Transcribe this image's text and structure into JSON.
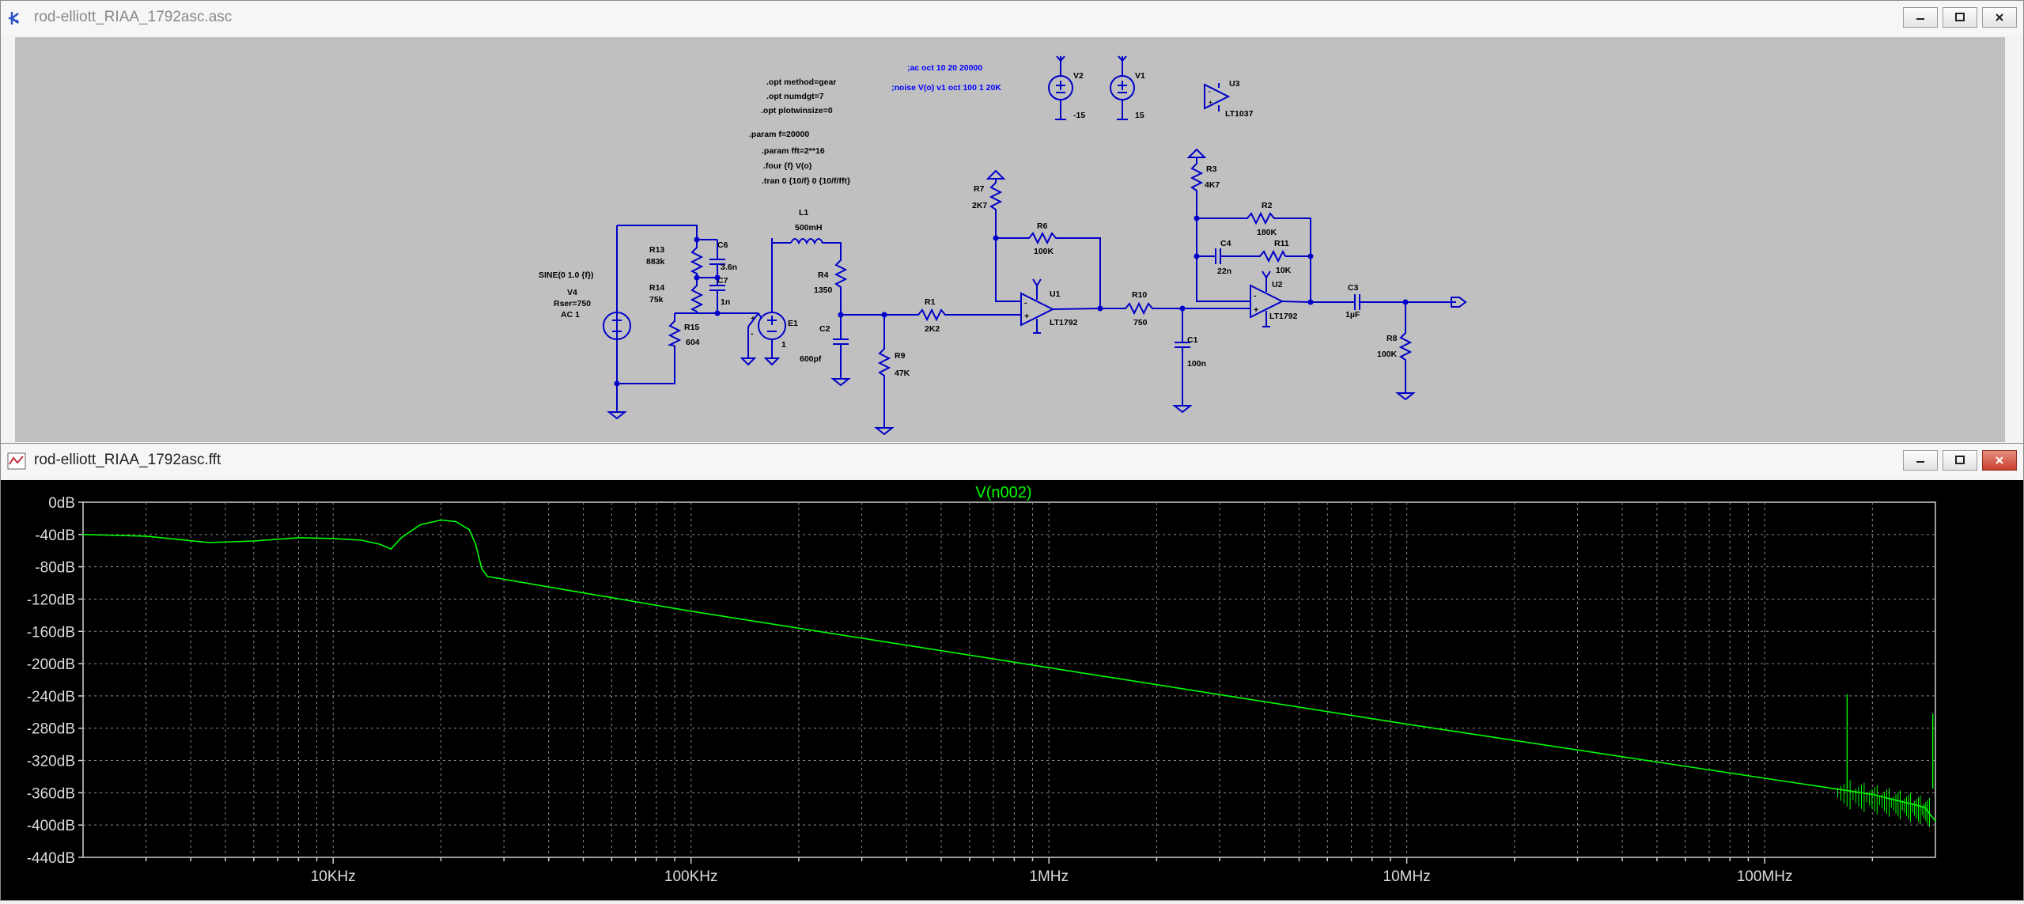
{
  "schematic_window": {
    "title": "rod-elliott_RIAA_1792asc.asc",
    "directives": [
      ".opt method=gear",
      ".opt numdgt=7",
      ".opt plotwinsize=0",
      ".param f=20000",
      ".param fft=2**16",
      ".four {f} V(o)",
      ".tran 0 {10/f} 0 {10/f/fft}"
    ],
    "comments": [
      ";ac oct 10 20 20000",
      ";noise V(o) v1 oct 100 1 20K"
    ],
    "components": {
      "V4": "V4",
      "V4_wave": "SINE(0 1.0 {f})",
      "V4_rser": "Rser=750",
      "V4_ac": "AC 1",
      "R13": "R13",
      "R13_val": "883k",
      "R14": "R14",
      "R14_val": "75k",
      "R15": "R15",
      "R15_val": "604",
      "C6": "C6",
      "C6_val": "3.6n",
      "C7": "C7",
      "C7_val": "1n",
      "E1": "E1",
      "E1_gain": "1",
      "L1": "L1",
      "L1_val": "500mH",
      "R4": "R4",
      "R4_val": "1350",
      "C2": "C2",
      "C2_val": "600pf",
      "R9": "R9",
      "R9_val": "47K",
      "R1": "R1",
      "R1_val": "2K2",
      "R7": "R7",
      "R7_val": "2K7",
      "R6": "R6",
      "R6_val": "100K",
      "U1": "U1",
      "U1_model": "LT1792",
      "R10": "R10",
      "R10_val": "750",
      "C1": "C1",
      "C1_val": "100n",
      "R3": "R3",
      "R3_val": "4K7",
      "R2": "R2",
      "R2_val": "180K",
      "C4": "C4",
      "C4_val": "22n",
      "R11": "R11",
      "R11_val": "10K",
      "U2": "U2",
      "U2_model": "LT1792",
      "C3": "C3",
      "C3_val": "1µF",
      "R8": "R8",
      "R8_val": "100K",
      "V2": "V2",
      "V2_val": "-15",
      "V1": "V1",
      "V1_val": "15",
      "U3": "U3",
      "U3_model": "LT1037",
      "pin_plus": "+",
      "pin_minus": "-"
    }
  },
  "plot_window": {
    "title": "rod-elliott_RIAA_1792asc.fft",
    "trace_label": "V(n002)",
    "colors": {
      "trace": "#00ff00",
      "background": "#000000",
      "schematic_bg": "#c0c0c0",
      "wire": "#0000c8"
    }
  },
  "chart_data": {
    "type": "line",
    "title": "V(n002)",
    "xscale": "log",
    "xlim": [
      2000,
      300000000
    ],
    "ylim": [
      -440,
      0
    ],
    "yticks": [
      "0dB",
      "-40dB",
      "-80dB",
      "-120dB",
      "-160dB",
      "-200dB",
      "-240dB",
      "-280dB",
      "-320dB",
      "-360dB",
      "-400dB",
      "-440dB"
    ],
    "xticks": [
      "10KHz",
      "100KHz",
      "1MHz",
      "10MHz",
      "100MHz"
    ],
    "grid": true,
    "series": [
      {
        "name": "V(n002)",
        "x": [
          2000,
          3000,
          4500,
          6000,
          8000,
          10000,
          12000,
          13500,
          14500,
          15500,
          17500,
          20000,
          22000,
          24000,
          25000,
          26000,
          27000,
          100000,
          1000000,
          10000000,
          100000000,
          200000000,
          280000000,
          300000000
        ],
        "y": [
          -40,
          -42,
          -50,
          -48,
          -44,
          -45,
          -47,
          -52,
          -58,
          -44,
          -28,
          -22,
          -24,
          -34,
          -52,
          -82,
          -92,
          -135,
          -205,
          -275,
          -342,
          -362,
          -378,
          -395
        ]
      }
    ],
    "spikes": [
      {
        "x": 170000000,
        "y": -238
      },
      {
        "x": 295000000,
        "y": -262
      }
    ]
  }
}
